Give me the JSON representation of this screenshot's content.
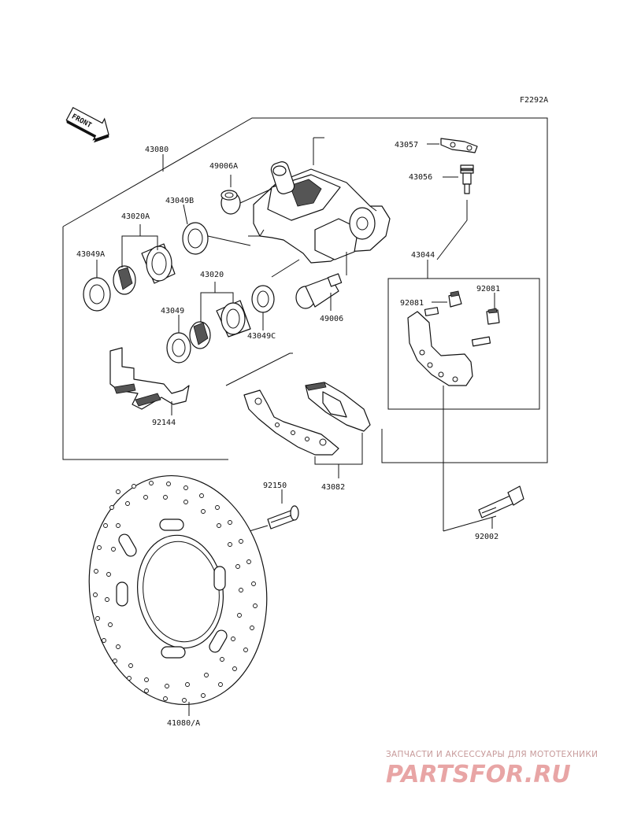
{
  "diagram_code": "F2292A",
  "front_arrow_label": "FRONT",
  "labels": {
    "p43080": "43080",
    "p43057": "43057",
    "p43056": "43056",
    "p49006A": "49006A",
    "p43049B": "43049B",
    "p43020A": "43020A",
    "p43049A": "43049A",
    "p43020": "43020",
    "p43049": "43049",
    "p43049C": "43049C",
    "p49006": "49006",
    "p43044": "43044",
    "p92081_left": "92081",
    "p92081_right": "92081",
    "p92144": "92144",
    "p43082": "43082",
    "p92150": "92150",
    "p92002": "92002",
    "p41080A": "41080/A"
  },
  "watermark": {
    "tagline": "ЗАПЧАСТИ И АКСЕССУАРЫ ДЛЯ МОТОТЕХНИКИ",
    "logo": "PARTSFOR.RU"
  }
}
